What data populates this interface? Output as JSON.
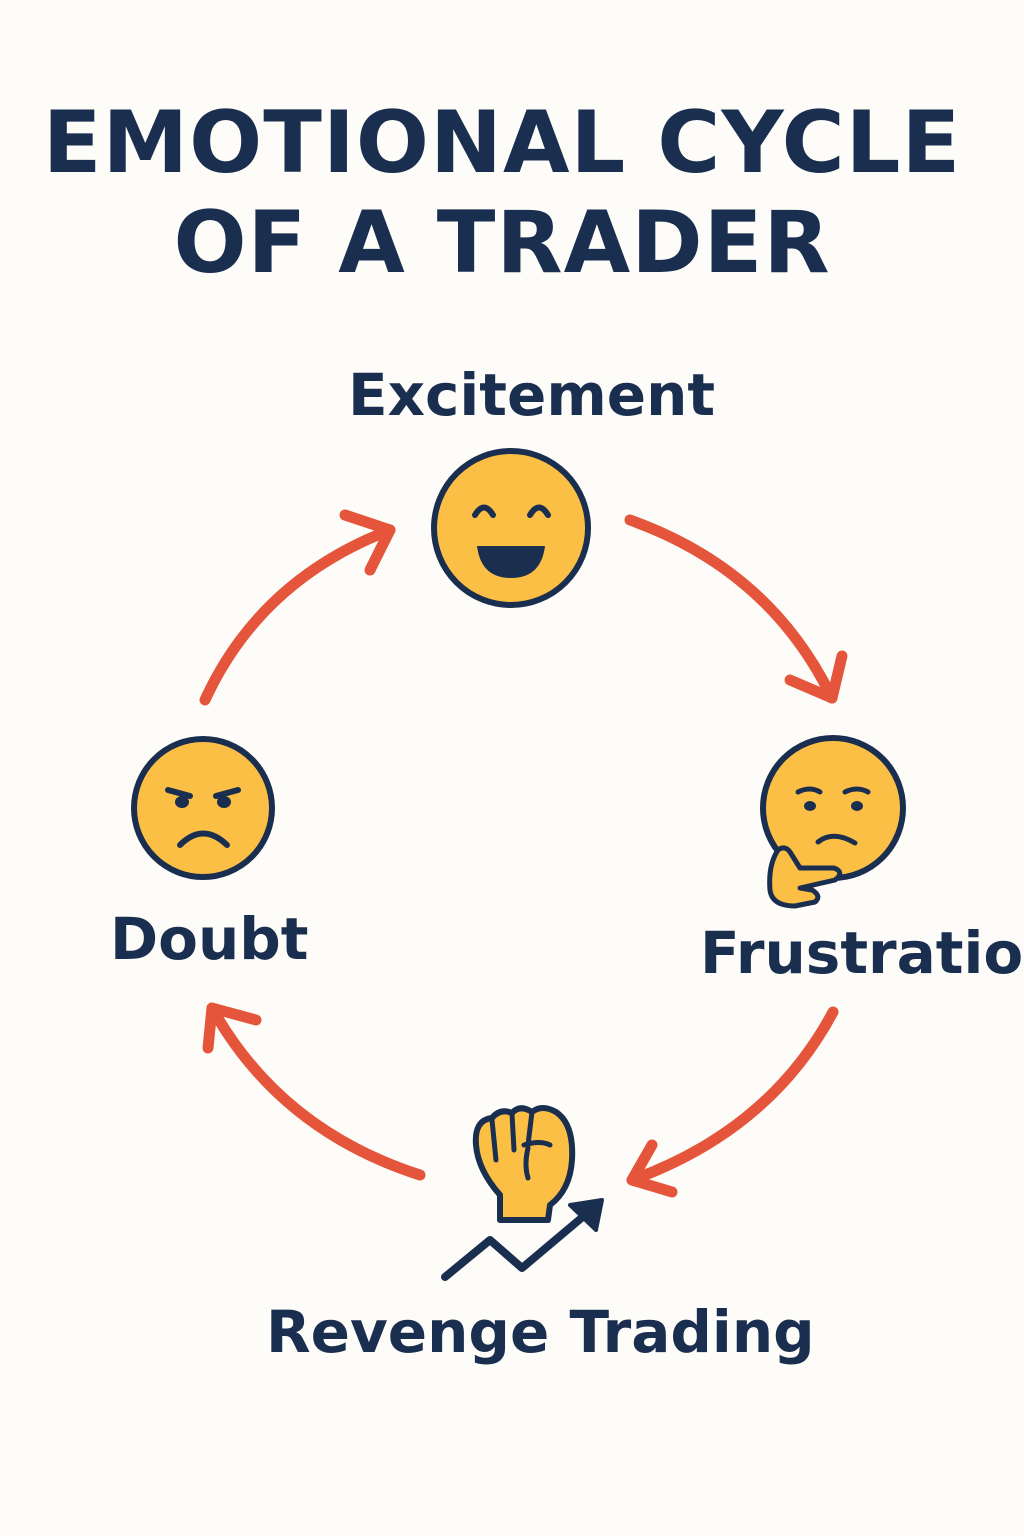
{
  "title": {
    "line1": "EMOTIONAL CYCLE",
    "line2": "OF A TRADER"
  },
  "stages": [
    {
      "label": "Excitement",
      "icon": "grinning-face-icon"
    },
    {
      "label": "Frustration",
      "icon": "thinking-face-icon"
    },
    {
      "label": "Revenge Trading",
      "icon": "raised-fist-trend-up-icon"
    },
    {
      "label": "Doubt",
      "icon": "frowning-face-icon"
    }
  ],
  "colors": {
    "navy": "#1a2e4f",
    "yellow": "#fbbf45",
    "arrow": "#e5553b",
    "background": "#fdfcf8"
  }
}
